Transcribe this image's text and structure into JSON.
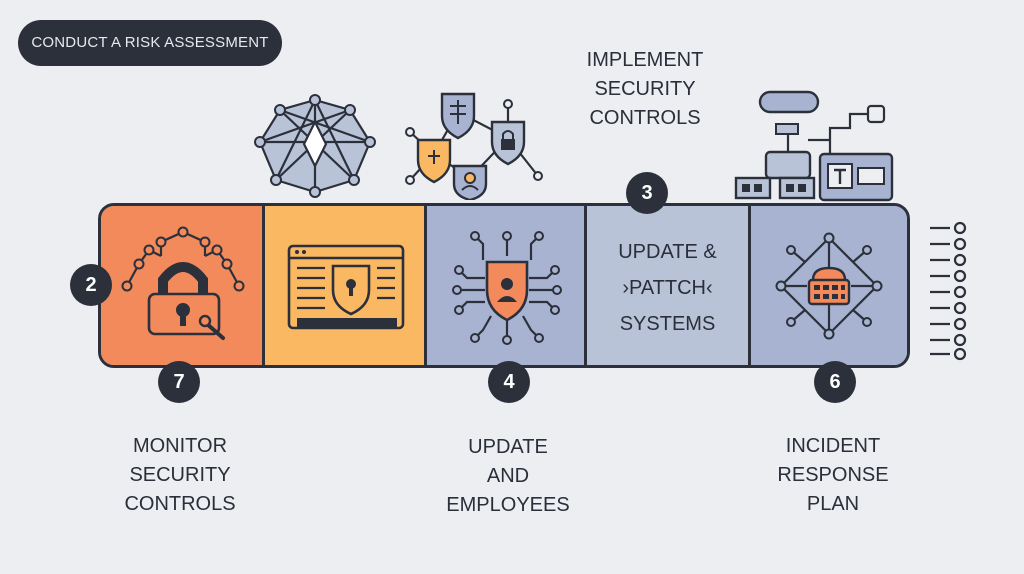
{
  "header": {
    "pill_label": "CONDUCT A RISK ASSESSMENT"
  },
  "top_caption": {
    "lines": [
      "IMPLEMENT",
      "SECURITY",
      "CONTROLS"
    ]
  },
  "segments": [
    {
      "fill": "#f28a5c",
      "icon": "padlock-network-icon"
    },
    {
      "fill": "#fbb862",
      "icon": "browser-shield-icon"
    },
    {
      "fill": "#a8b3d1",
      "icon": "shield-circuit-icon"
    },
    {
      "fill": "#b9c3d8",
      "icon": "",
      "text_lines": [
        "UPDATE &",
        "›PATTCH‹",
        "SYSTEMS"
      ]
    },
    {
      "fill": "#a8b3d1",
      "icon": "keyboard-circuit-icon"
    }
  ],
  "badges": [
    "2",
    "7",
    "4",
    "3",
    "6"
  ],
  "captions": {
    "monitor": [
      "MONITOR",
      "SECURITY",
      "CONTROLS"
    ],
    "update": [
      "UPDATE",
      "AND",
      "EMPLOYEES"
    ],
    "incident": [
      "INCIDENT",
      "RESPONSE",
      "PLAN"
    ]
  },
  "colors": {
    "dark": "#2b303b",
    "orange": "#f28a5c",
    "yellow": "#fbb862",
    "periwinkle": "#a8b3d1",
    "light_blue": "#b9c3d8",
    "background": "#eceef1"
  }
}
